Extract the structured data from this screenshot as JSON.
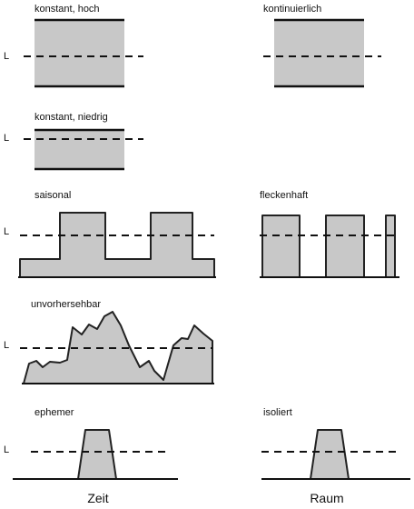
{
  "panels": {
    "konstant_hoch": {
      "label": "konstant, hoch",
      "lmark": "L"
    },
    "kontinuierlich": {
      "label": "kontinuierlich"
    },
    "konstant_niedrig": {
      "label": "konstant, niedrig",
      "lmark": "L"
    },
    "saisonal": {
      "label": "saisonal",
      "lmark": "L"
    },
    "fleckenhaft": {
      "label": "fleckenhaft"
    },
    "unvorhersehbar": {
      "label": "unvorhersehbar",
      "lmark": "L"
    },
    "ephemer": {
      "label": "ephemer",
      "lmark": "L"
    },
    "isoliert": {
      "label": "isoliert"
    }
  },
  "axes": {
    "left": "Zeit",
    "right": "Raum"
  },
  "colors": {
    "fill": "#c8c8c8",
    "line": "#111111"
  }
}
